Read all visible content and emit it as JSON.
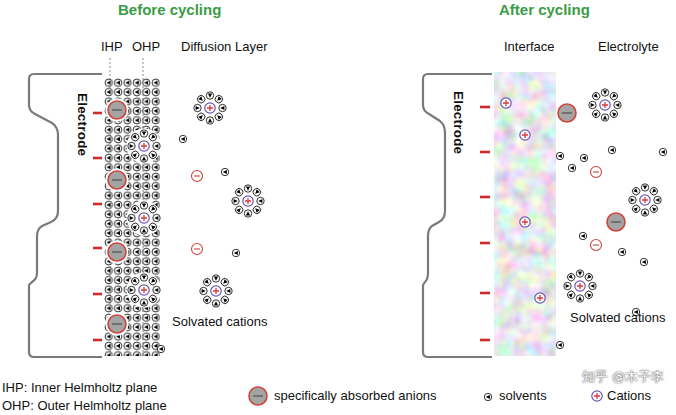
{
  "diagram": {
    "nodes": [
      {
        "text": [
          "Electrode"
        ]
      },
      {
        "text": [
          "Electrode"
        ]
      },
      {
        "text": [
          "Interface"
        ]
      }
    ],
    "labels": [
      "Before cycling",
      "IHP",
      "OHP",
      "Diffusion Layer",
      "Solvated cations",
      "After cycling",
      "Electrolyte",
      "Solvated cations",
      "知乎 @木子李"
    ],
    "legend": [
      {
        "text": "IHP: Inner Helmholtz plane"
      },
      {
        "text": "OHP: Outer Helmholtz plane"
      },
      {
        "text": "specifically absorbed anions"
      },
      {
        "text": "solvents"
      },
      {
        "text": "Cations"
      }
    ]
  }
}
